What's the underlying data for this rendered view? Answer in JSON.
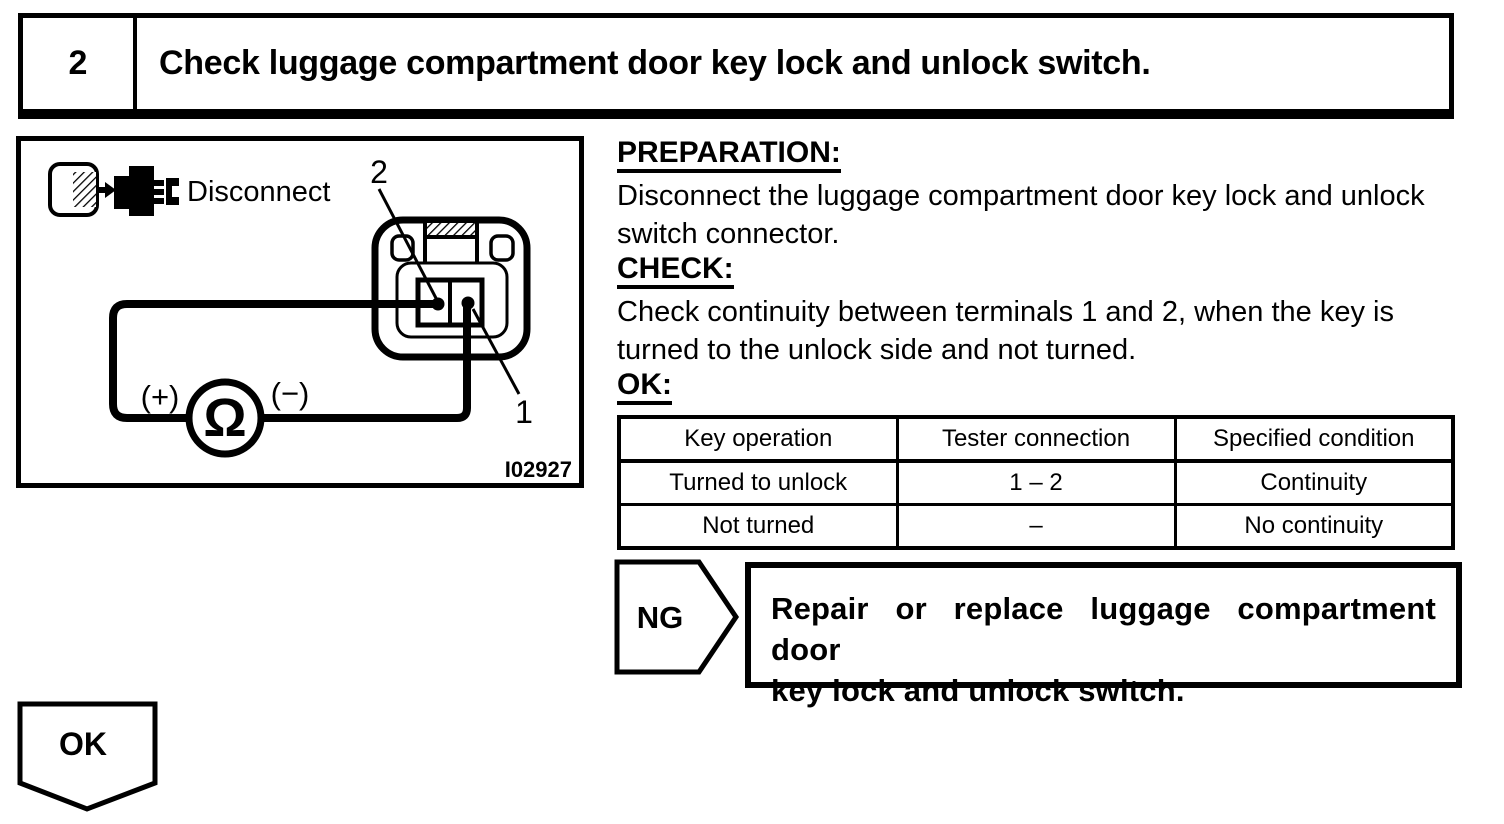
{
  "header": {
    "step_number": "2",
    "title": "Check luggage compartment door key lock and unlock switch."
  },
  "diagram": {
    "disconnect_label": "Disconnect",
    "terminal_2_label": "2",
    "terminal_1_label": "1",
    "plus_label": "(+)",
    "minus_label": "(−)",
    "ohm_symbol": "Ω",
    "figure_code": "I02927"
  },
  "right": {
    "preparation": {
      "heading": "PREPARATION:",
      "lines": [
        "Disconnect the luggage compartment door key lock and unlock",
        "switch connector."
      ]
    },
    "check": {
      "heading": "CHECK:",
      "lines": [
        "Check continuity between terminals 1 and 2, when the key is",
        "turned to the unlock side and not turned."
      ]
    },
    "ok_heading": "OK:"
  },
  "table": {
    "headers": [
      "Key operation",
      "Tester connection",
      "Specified condition"
    ],
    "rows": [
      [
        "Turned to unlock",
        "1 – 2",
        "Continuity"
      ],
      [
        "Not turned",
        "–",
        "No continuity"
      ]
    ]
  },
  "ng": {
    "label": "NG",
    "lines": [
      "Repair or replace luggage compartment door",
      "key lock and unlock switch."
    ]
  },
  "ok": {
    "label": "OK"
  },
  "colors": {
    "ink": "#000000",
    "paper": "#ffffff"
  }
}
